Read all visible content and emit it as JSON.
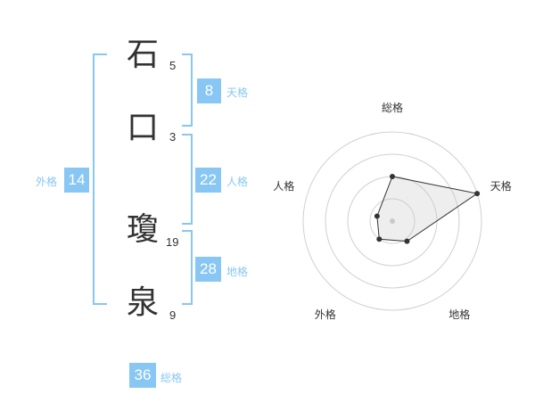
{
  "name_chars": [
    {
      "char": "石",
      "strokes": "5"
    },
    {
      "char": "口",
      "strokes": "3"
    },
    {
      "char": "瓊",
      "strokes": "19"
    },
    {
      "char": "泉",
      "strokes": "9"
    }
  ],
  "fortunes": {
    "tenkaku": {
      "label": "天格",
      "value": "8"
    },
    "jinkaku": {
      "label": "人格",
      "value": "22"
    },
    "chikaku": {
      "label": "地格",
      "value": "28"
    },
    "gaikaku": {
      "label": "外格",
      "value": "14"
    },
    "soukaku": {
      "label": "総格",
      "value": "36"
    }
  },
  "colors": {
    "accent": "#88c7f4",
    "text": "#333333",
    "grid": "#d0d0d0"
  },
  "chart_data": {
    "type": "radar",
    "axes": [
      "総格",
      "天格",
      "地格",
      "外格",
      "人格"
    ],
    "values": [
      0.5,
      1.0,
      0.28,
      0.25,
      0.18
    ],
    "range": [
      0,
      1
    ],
    "rings": 4
  }
}
